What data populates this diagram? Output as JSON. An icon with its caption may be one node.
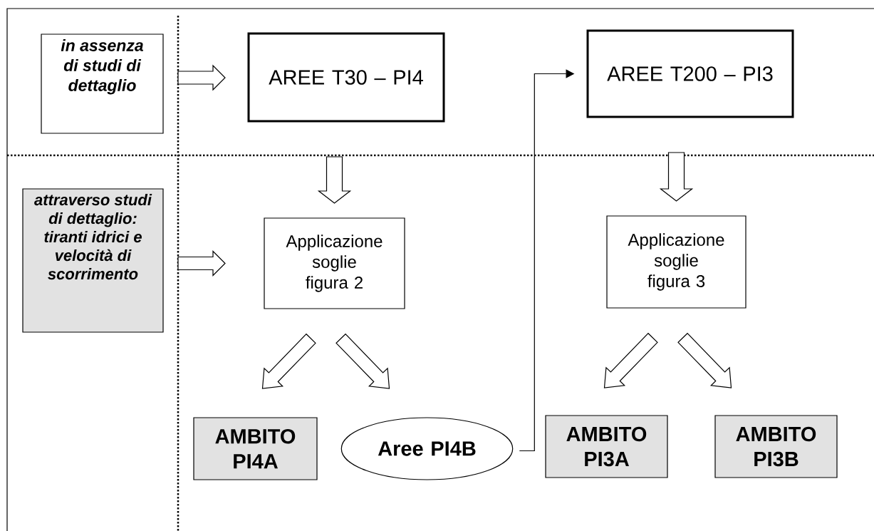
{
  "diagram": {
    "nodes": [
      {
        "text": [
          "in assenza di studi di dettaglio"
        ]
      },
      {
        "text": [
          "AREE T30 – PI4"
        ]
      },
      {
        "text": [
          "AREE T200 – PI3"
        ]
      },
      {
        "text": [
          "attraverso studi di dettaglio: tiranti idrici e velocità di scorrimento"
        ]
      },
      {
        "text": [
          "Applicazione soglie figura 2"
        ]
      },
      {
        "text": [
          "Applicazione soglie figura 3"
        ]
      },
      {
        "text": [
          "AMBITO PI4A"
        ]
      },
      {
        "text": [
          "Aree PI4B"
        ]
      },
      {
        "text": [
          "AMBITO PI3A"
        ]
      },
      {
        "text": [
          "AMBITO PI3B"
        ]
      }
    ],
    "edges": [
      {
        "from": 0,
        "to": 1,
        "arrow": "to"
      },
      {
        "from": 3,
        "to": 4,
        "arrow": "to"
      },
      {
        "from": 1,
        "to": 4,
        "arrow": "to"
      },
      {
        "from": 2,
        "to": 5,
        "arrow": "to"
      },
      {
        "from": 4,
        "to": 6,
        "arrow": "to"
      },
      {
        "from": 4,
        "to": 7,
        "arrow": "to"
      },
      {
        "from": 5,
        "to": 8,
        "arrow": "to"
      },
      {
        "from": 5,
        "to": 9,
        "arrow": "to"
      },
      {
        "from": 7,
        "to": 2,
        "arrow": "to"
      }
    ]
  }
}
